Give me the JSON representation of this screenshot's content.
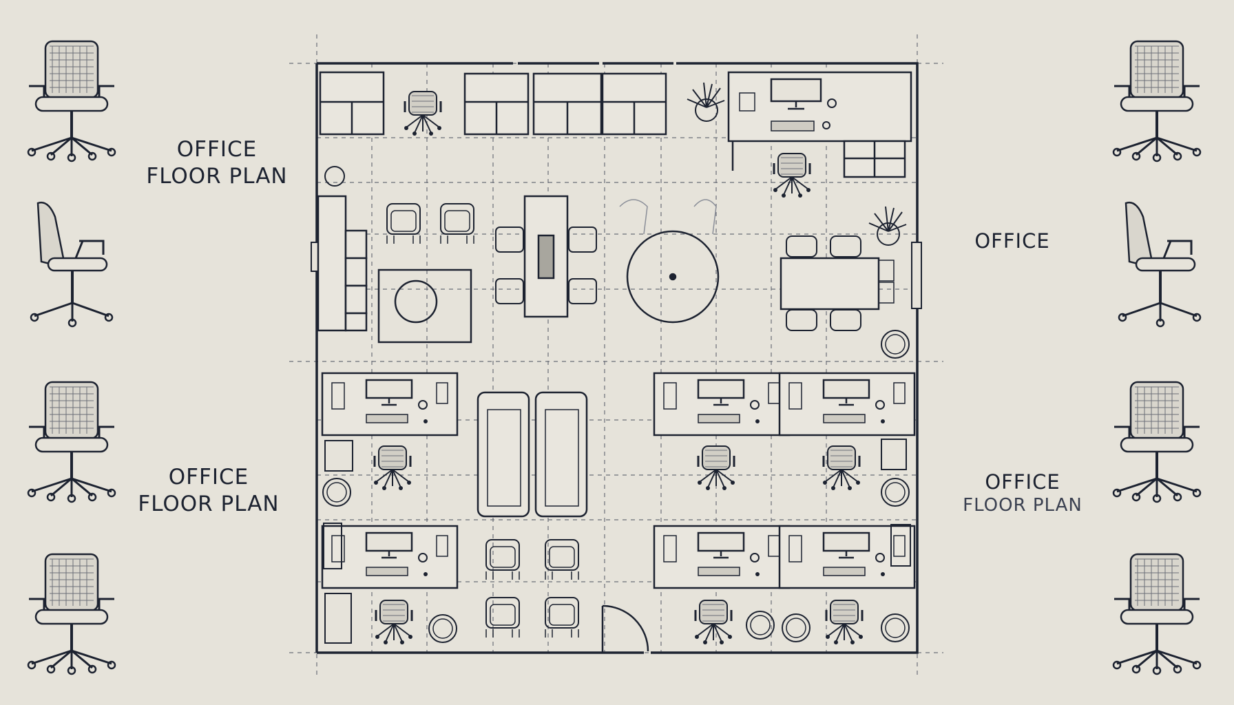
{
  "labels": {
    "top_left": {
      "line1": "OFFICE",
      "line2": "FLOOR PLAN"
    },
    "mid_left": {
      "line1": "OFFICE",
      "line2": "FLOOR PLAN"
    },
    "right": {
      "line1": "OFFICE"
    },
    "bottom_right": {
      "line1": "OFFICE",
      "line2": "FLOOR PLAN"
    }
  },
  "colors": {
    "background": "#e6e3da",
    "ink": "#1c2230",
    "grid": "#6a6e78"
  },
  "icons": [
    "office-chair-icon",
    "desk-icon",
    "monitor-icon",
    "keyboard-icon",
    "sofa-icon",
    "plant-icon",
    "table-icon",
    "door-icon"
  ]
}
